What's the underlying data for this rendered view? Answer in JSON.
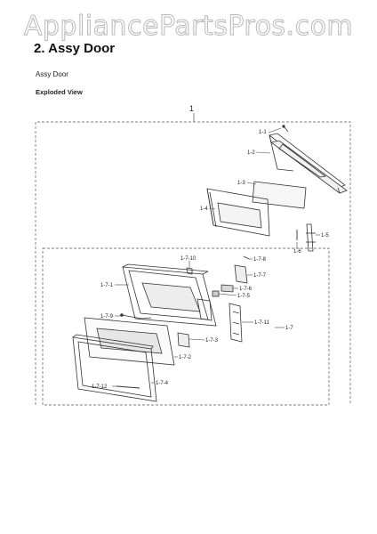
{
  "watermark": "AppliancePartsPros.com",
  "header": {
    "section_title": "2.  Assy Door",
    "subtitle": "Assy Door",
    "view_title": "Exploded View"
  },
  "diagram": {
    "assembly_number": "1",
    "labels": {
      "l1_1": "1-1",
      "l1_2": "1-2",
      "l1_3": "1-3",
      "l1_4": "1-4",
      "l1_5": "1-5",
      "l1_6": "1-6",
      "l1_7": "1-7",
      "l1_7_1": "1-7-1",
      "l1_7_2": "1-7-2",
      "l1_7_3": "1-7-3",
      "l1_7_4": "1-7-4",
      "l1_7_5": "1-7-5",
      "l1_7_6": "1-7-6",
      "l1_7_7": "1-7-7",
      "l1_7_8": "1-7-8",
      "l1_7_9": "1-7-9",
      "l1_7_10": "1-7-10",
      "l1_7_11": "1-7-11",
      "l1_7_12": "1-7-12"
    }
  },
  "colors": {
    "line": "#333333",
    "dashed": "#555555",
    "watermark_stroke": "#b8b8b8"
  }
}
